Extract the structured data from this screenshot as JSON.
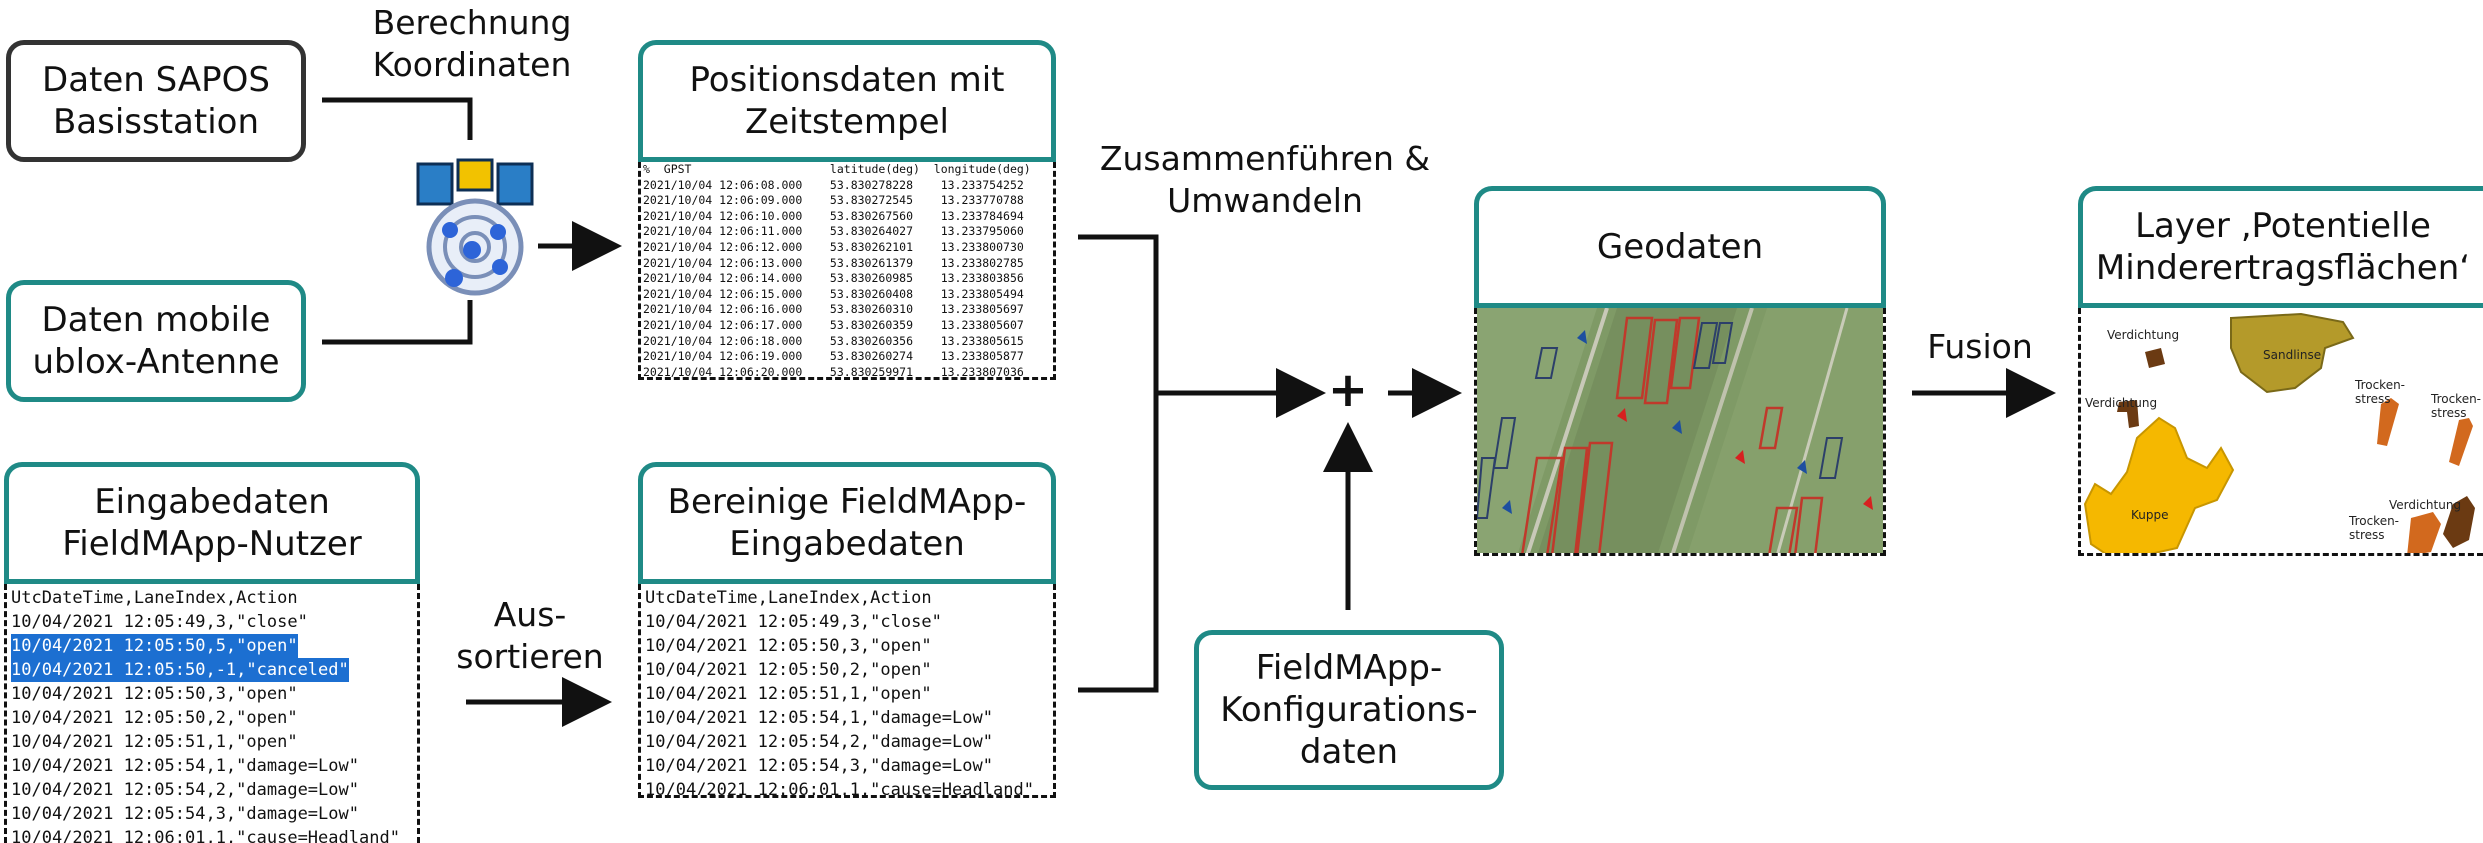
{
  "sources": {
    "sapos": "Daten SAPOS\nBasisstation",
    "mobile": "Daten mobile\nublox-Antenne",
    "berechnung": "Berechnung\nKoordinaten"
  },
  "positions": {
    "title": "Positionsdaten mit\nZeitstempel",
    "lines": [
      "%  GPST                    latitude(deg)  longitude(deg)",
      "2021/10/04 12:06:08.000    53.830278228    13.233754252",
      "2021/10/04 12:06:09.000    53.830272545    13.233770788",
      "2021/10/04 12:06:10.000    53.830267560    13.233784694",
      "2021/10/04 12:06:11.000    53.830264027    13.233795060",
      "2021/10/04 12:06:12.000    53.830262101    13.233800730",
      "2021/10/04 12:06:13.000    53.830261379    13.233802785",
      "2021/10/04 12:06:14.000    53.830260985    13.233803856",
      "2021/10/04 12:06:15.000    53.830260408    13.233805494",
      "2021/10/04 12:06:16.000    53.830260310    13.233805697",
      "2021/10/04 12:06:17.000    53.830260359    13.233805607",
      "2021/10/04 12:06:18.000    53.830260356    13.233805615",
      "2021/10/04 12:06:19.000    53.830260274    13.233805877",
      "2021/10/04 12:06:20.000    53.830259971    13.233807036"
    ]
  },
  "input": {
    "title": "Eingabedaten\nFieldMApp-Nutzer",
    "lines": [
      "UtcDateTime,LaneIndex,Action",
      "10/04/2021 12:05:49,3,\"close\"",
      "10/04/2021 12:05:50,5,\"open\"",
      "10/04/2021 12:05:50,-1,\"canceled\"",
      "10/04/2021 12:05:50,3,\"open\"",
      "10/04/2021 12:05:50,2,\"open\"",
      "10/04/2021 12:05:51,1,\"open\"",
      "10/04/2021 12:05:54,1,\"damage=Low\"",
      "10/04/2021 12:05:54,2,\"damage=Low\"",
      "10/04/2021 12:05:54,3,\"damage=Low\"",
      "10/04/2021 12:06:01,1,\"cause=Headland\""
    ],
    "highlighted": [
      2,
      3
    ]
  },
  "aussortieren": "Aus-\nsortieren",
  "cleaned": {
    "title": "Bereinige FieldMApp-\nEingabedaten",
    "lines": [
      "UtcDateTime,LaneIndex,Action",
      "10/04/2021 12:05:49,3,\"close\"",
      "10/04/2021 12:05:50,3,\"open\"",
      "10/04/2021 12:05:50,2,\"open\"",
      "10/04/2021 12:05:51,1,\"open\"",
      "10/04/2021 12:05:54,1,\"damage=Low\"",
      "10/04/2021 12:05:54,2,\"damage=Low\"",
      "10/04/2021 12:05:54,3,\"damage=Low\"",
      "10/04/2021 12:06:01,1,\"cause=Headland\""
    ]
  },
  "merge_label": "Zusammenführen &\nUmwandeln",
  "plus": "+",
  "config": "FieldMApp-\nKonfigurations-\ndaten",
  "geodaten": {
    "title": "Geodaten"
  },
  "fusion": "Fusion",
  "layer": {
    "title": "Layer ‚Potentielle\nMinderertragsflächen‘",
    "labels": {
      "verdichtung1": "Verdichtung",
      "sandlinse": "Sandlinse",
      "verdichtung2": "Verdichtung",
      "trocken1": "Trocken-\nstress",
      "trocken2": "Trocken-\nstress",
      "kuppe": "Kuppe",
      "verdichtung3": "Verdichtung",
      "trocken3": "Trocken-\nstress"
    }
  },
  "colors": {
    "teal": "#1f8a86",
    "highlight": "#1c6fd1",
    "field_green": "#6e8e5a",
    "red_strips": "#c0392b",
    "blue_arrows": "#1d4fa0",
    "kuppe": "#f5b800",
    "sandlinse": "#b49a2a",
    "trockenstress": "#d2691e",
    "verdichtung": "#6b3a12"
  },
  "icons": {
    "gnss": "satellite-antenna-icon"
  }
}
